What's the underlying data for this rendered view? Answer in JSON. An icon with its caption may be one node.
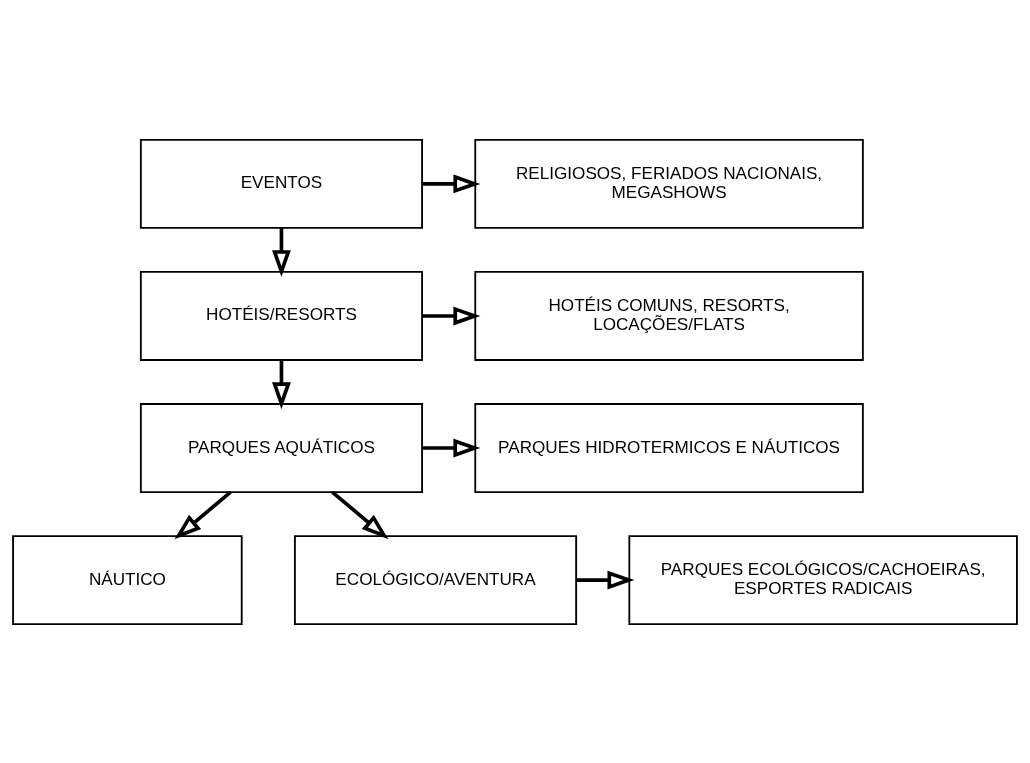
{
  "diagram": {
    "nodes": [
      {
        "text": [
          "EVENTOS"
        ]
      },
      {
        "text": [
          "RELIGIOSOS, FERIADOS NACIONAIS, MEGASHOWS"
        ]
      },
      {
        "text": [
          "HOTÉIS/RESORTS"
        ]
      },
      {
        "text": [
          "HOTÉIS COMUNS, RESORTS, LOCAÇÕES/FLATS"
        ]
      },
      {
        "text": [
          "PARQUES AQUÁTICOS"
        ]
      },
      {
        "text": [
          "PARQUES HIDROTERMICOS E NÁUTICOS"
        ]
      },
      {
        "text": [
          "NÁUTICO"
        ]
      },
      {
        "text": [
          "ECOLÓGICO/AVENTURA"
        ]
      },
      {
        "text": [
          "PARQUES ECOLÓGICOS/CACHOEIRAS, ESPORTES RADICAIS"
        ]
      }
    ],
    "edges": [
      {
        "from": 0,
        "to": 1,
        "arrow": "to"
      },
      {
        "from": 0,
        "to": 2,
        "arrow": "to"
      },
      {
        "from": 2,
        "to": 3,
        "arrow": "to"
      },
      {
        "from": 2,
        "to": 4,
        "arrow": "to"
      },
      {
        "from": 4,
        "to": 5,
        "arrow": "to"
      },
      {
        "from": 4,
        "to": 6,
        "arrow": "to"
      },
      {
        "from": 4,
        "to": 7,
        "arrow": "to"
      },
      {
        "from": 7,
        "to": 8,
        "arrow": "to"
      }
    ]
  }
}
